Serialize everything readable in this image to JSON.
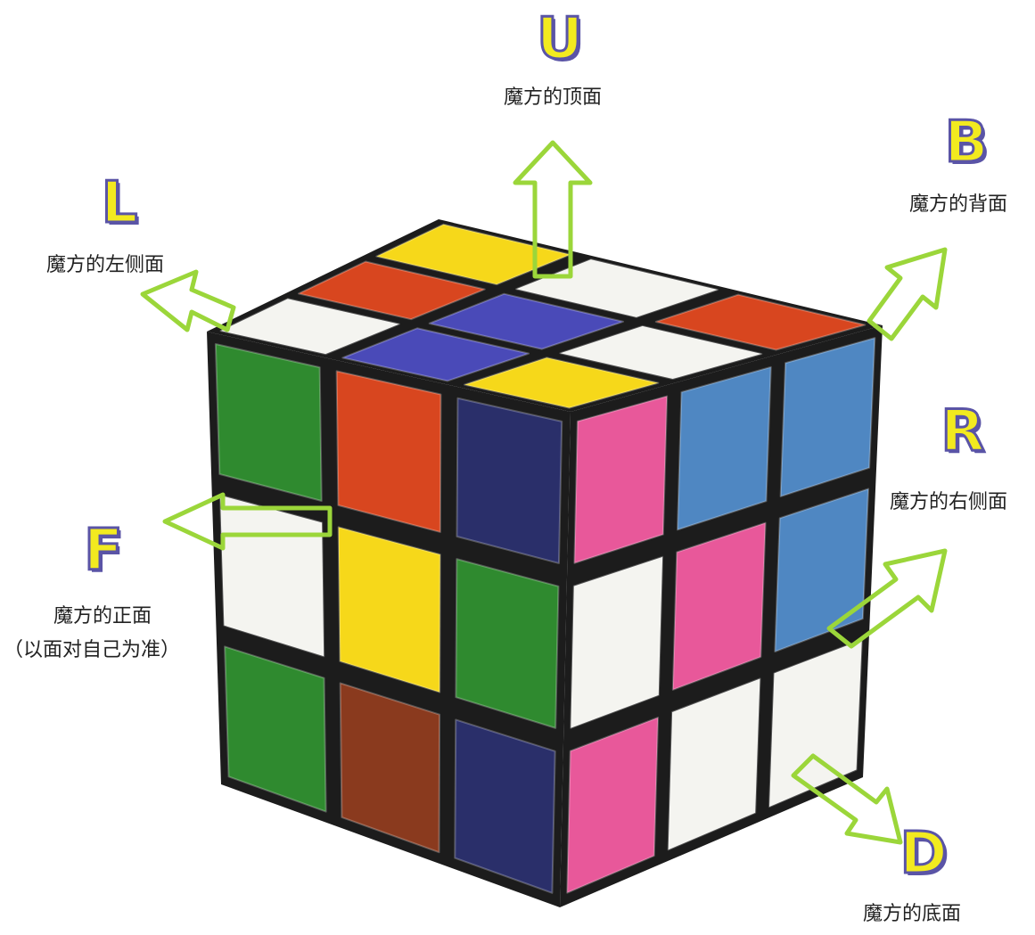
{
  "faces": {
    "U": {
      "letter": "U",
      "caption": "魔方的顶面"
    },
    "B": {
      "letter": "B",
      "caption": "魔方的背面"
    },
    "L": {
      "letter": "L",
      "caption": "魔方的左侧面"
    },
    "R": {
      "letter": "R",
      "caption": "魔方的右侧面"
    },
    "F": {
      "letter": "F",
      "caption": "魔方的正面",
      "note": "（以面对自己为准）"
    },
    "D": {
      "letter": "D",
      "caption": "魔方的底面"
    }
  },
  "colors": {
    "label_fill": "#f2ea1f",
    "label_outline": "#5a54a6",
    "arrow": "#9bd63a",
    "cube_body": "#1c1c1c",
    "white": "#f4f4f0",
    "yellow": "#f6d81a",
    "red": "#d8461f",
    "blue": "#4a4ab8",
    "green": "#2f8a2f",
    "pink": "#e8589a",
    "sky": "#4f87c2",
    "brownred": "#8a3a1e",
    "navy": "#2a2f6a"
  },
  "cube": {
    "top": [
      [
        "white",
        "blue",
        "yellow"
      ],
      [
        "red",
        "blue",
        "white"
      ],
      [
        "yellow",
        "white",
        "red"
      ]
    ],
    "front": [
      [
        "green",
        "red",
        "navy"
      ],
      [
        "white",
        "yellow",
        "green"
      ],
      [
        "green",
        "brownred",
        "navy"
      ]
    ],
    "right": [
      [
        "pink",
        "sky",
        "sky"
      ],
      [
        "white",
        "pink",
        "sky"
      ],
      [
        "pink",
        "white",
        "white"
      ]
    ]
  }
}
